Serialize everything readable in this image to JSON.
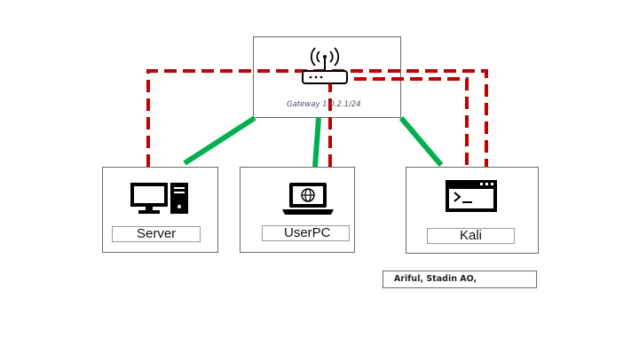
{
  "gateway": {
    "label": "Gateway 1 0.2.1/24",
    "icon": "router-icon"
  },
  "nodes": {
    "server": {
      "label": "Server",
      "icon": "desktop-tower-icon"
    },
    "userpc": {
      "label": "UserPC",
      "icon": "laptop-globe-icon"
    },
    "kali": {
      "label": "Kali",
      "icon": "terminal-window-icon"
    }
  },
  "credit": "Ariful, Stadin AO,",
  "colors": {
    "wired_link": "#00b050",
    "attack_path": "#c00000",
    "border": "#6b6b6b"
  }
}
